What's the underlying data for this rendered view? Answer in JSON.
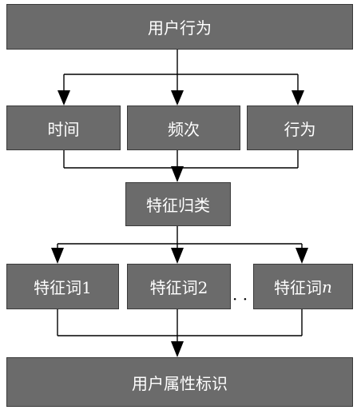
{
  "diagram": {
    "top": "用户行为",
    "features": [
      "时间",
      "频次",
      "行为"
    ],
    "classify": "特征归类",
    "words": [
      "特征词1",
      "特征词2"
    ],
    "word_n_prefix": "特征词",
    "word_n_suffix": "n",
    "ellipsis": "· · ·",
    "bottom": "用户属性标识"
  },
  "colors": {
    "box_fill": "#6b6b6b",
    "box_border": "#3a3a3a",
    "box_text": "#ffffff",
    "line": "#000000"
  }
}
